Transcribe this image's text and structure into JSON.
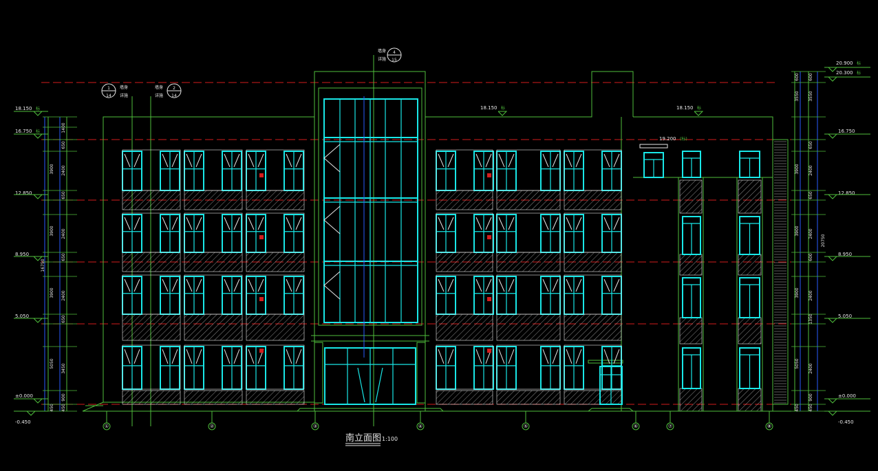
{
  "drawing": {
    "title": "南立面图",
    "scale": "1:100",
    "levels_left": [
      {
        "label": "18.150",
        "tag": "标"
      },
      {
        "label": "16.750",
        "tag": "标"
      },
      {
        "label": "12.850",
        "tag": ""
      },
      {
        "label": "8.950",
        "tag": ""
      },
      {
        "label": "5.050",
        "tag": ""
      },
      {
        "label": "±0.000",
        "tag": ""
      },
      {
        "label": "-0.450",
        "tag": ""
      }
    ],
    "levels_right": [
      {
        "label": "20.900",
        "tag": "标"
      },
      {
        "label": "20.300",
        "tag": "标"
      },
      {
        "label": "16.750",
        "tag": ""
      },
      {
        "label": "12.850",
        "tag": ""
      },
      {
        "label": "8.950",
        "tag": ""
      },
      {
        "label": "5.050",
        "tag": ""
      },
      {
        "label": "±0.000",
        "tag": ""
      },
      {
        "label": "-0.450",
        "tag": ""
      }
    ],
    "roof_levels": [
      {
        "label": "18.150",
        "tag": "标"
      },
      {
        "label": "18.150",
        "tag": "标"
      },
      {
        "label": "19.200",
        "tag": "(标)"
      }
    ],
    "dims_left_inner": [
      "1400",
      "650",
      "2400",
      "650",
      "2400",
      "650",
      "2400",
      "650",
      "3450",
      "900",
      "450"
    ],
    "dims_left_outer": [
      "3900",
      "3900",
      "3900",
      "5050",
      "450"
    ],
    "dims_left_total": "16750",
    "dims_right_inner": [
      "600",
      "3550",
      "650",
      "2400",
      "650",
      "2400",
      "600",
      "2400",
      "1350",
      "2400",
      "900",
      "450"
    ],
    "dims_right_outer": [
      "600",
      "3550",
      "3900",
      "3900",
      "3900",
      "5050",
      "450"
    ],
    "dims_right_total": "20750",
    "callouts": [
      {
        "num": "1",
        "sheet": "14",
        "t1": "墙身",
        "t2": "详施"
      },
      {
        "num": "2",
        "sheet": "14",
        "t1": "墙身",
        "t2": "详施"
      },
      {
        "num": "4",
        "sheet": "15",
        "t1": "墙身",
        "t2": "详施"
      }
    ],
    "axes": [
      "①",
      "②",
      "③",
      "④",
      "⑤",
      "⑥",
      "⑦",
      "⑧"
    ]
  }
}
